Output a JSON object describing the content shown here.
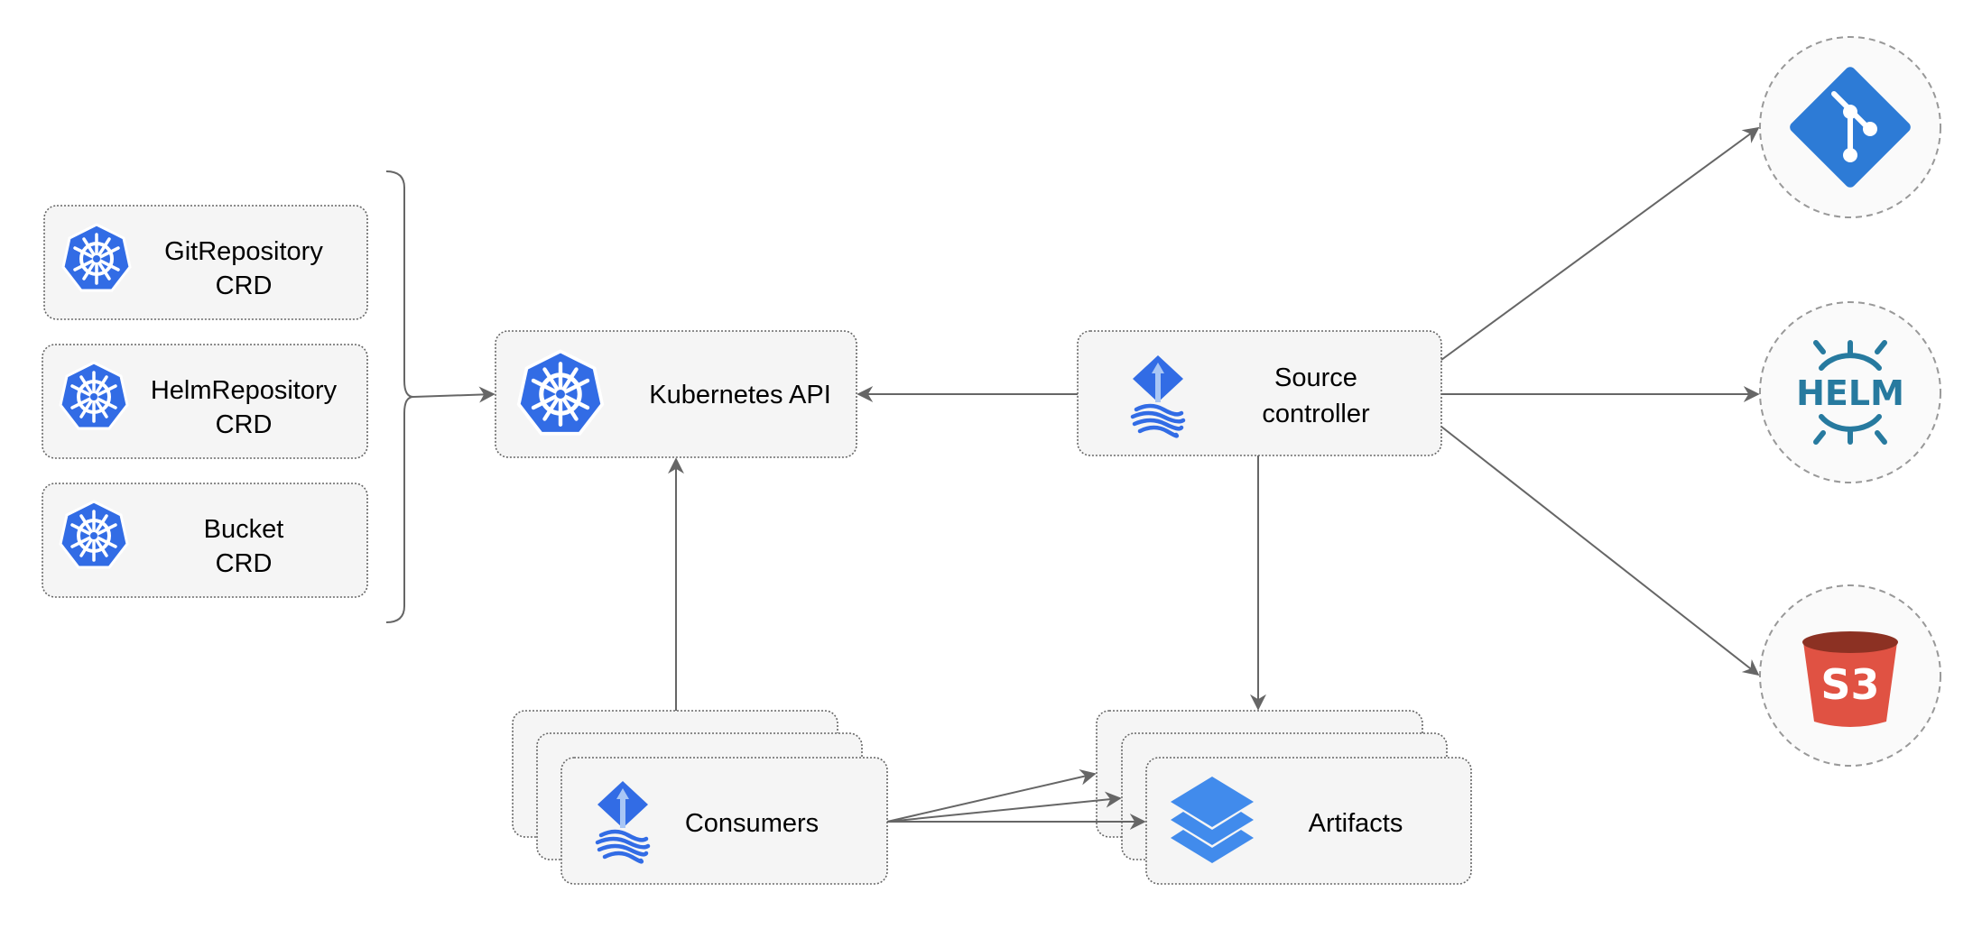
{
  "crds": [
    {
      "line1": "GitRepository",
      "line2": "CRD"
    },
    {
      "line1": "HelmRepository",
      "line2": "CRD"
    },
    {
      "line1": "Bucket",
      "line2": "CRD"
    }
  ],
  "kubernetes_api": {
    "label": "Kubernetes API"
  },
  "source_controller": {
    "line1": "Source",
    "line2": "controller"
  },
  "consumers": {
    "label": "Consumers"
  },
  "artifacts": {
    "label": "Artifacts"
  },
  "sources": {
    "git": "git-icon",
    "helm": "HELM",
    "s3": "S3"
  },
  "colors": {
    "kubernetes": "#326ce5",
    "flux": "#326ce5",
    "artifacts": "#418bec",
    "git": "#2d7bd6",
    "helm": "#277a9f",
    "s3_body": "#e05243",
    "s3_top": "#8c3123",
    "border": "#666666",
    "box_fill": "#f5f5f5"
  }
}
